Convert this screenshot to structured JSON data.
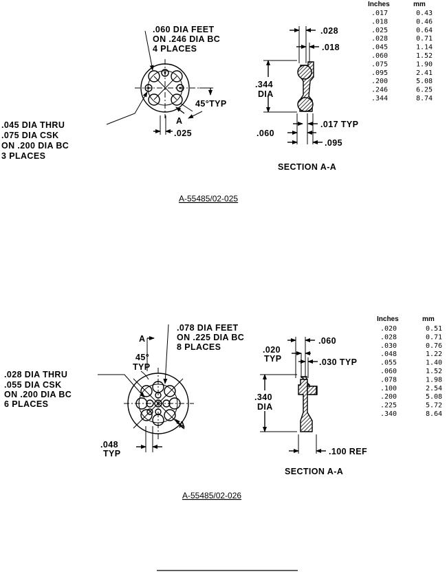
{
  "figure1": {
    "conv_header": [
      "Inches",
      "mm"
    ],
    "conv_rows": [
      [
        ".017",
        "0.43"
      ],
      [
        ".018",
        "0.46"
      ],
      [
        ".025",
        "0.64"
      ],
      [
        ".028",
        "0.71"
      ],
      [
        ".045",
        "1.14"
      ],
      [
        ".060",
        "1.52"
      ],
      [
        ".075",
        "1.90"
      ],
      [
        ".095",
        "2.41"
      ],
      [
        ".200",
        "5.08"
      ],
      [
        ".246",
        "6.25"
      ],
      [
        ".344",
        "8.74"
      ]
    ],
    "feet_note": [
      ".060 DIA FEET",
      "ON .246 DIA BC",
      "4 PLACES"
    ],
    "holes_note": [
      ".045 DIA THRU",
      ".075 DIA CSK",
      "ON .200 DIA BC",
      "3 PLACES"
    ],
    "angle_label": "45°TYP",
    "section_arrow": "A",
    "dim_025": ".025",
    "dim_028": ".028",
    "dim_018": ".018",
    "dia_value": ".344",
    "dia_word": "DIA",
    "dim_017": ".017 TYP",
    "dim_060": ".060",
    "dim_095": ".095",
    "section_title": "SECTION A-A",
    "caption": "A-55485/02-025"
  },
  "figure2": {
    "conv_header": [
      "Inches",
      "mm"
    ],
    "conv_rows": [
      [
        ".020",
        "0.51"
      ],
      [
        ".028",
        "0.71"
      ],
      [
        ".030",
        "0.76"
      ],
      [
        ".048",
        "1.22"
      ],
      [
        ".055",
        "1.40"
      ],
      [
        ".060",
        "1.52"
      ],
      [
        ".078",
        "1.98"
      ],
      [
        ".100",
        "2.54"
      ],
      [
        ".200",
        "5.08"
      ],
      [
        ".225",
        "5.72"
      ],
      [
        ".340",
        "8.64"
      ]
    ],
    "feet_note": [
      ".078 DIA FEET",
      "ON .225 DIA BC",
      "8 PLACES"
    ],
    "holes_note": [
      ".028 DIA THRU",
      ".055 DIA CSK",
      "ON .200 DIA BC",
      "6 PLACES"
    ],
    "angle_label": [
      "45°",
      "TYP"
    ],
    "section_arrow": "A",
    "dim_048": [
      ".048",
      "TYP"
    ],
    "dim_020": [
      ".020",
      "TYP"
    ],
    "dim_060": ".060",
    "dim_030": ".030 TYP",
    "dia_value": ".340",
    "dia_word": "DIA",
    "dim_100": ".100 REF",
    "section_title": "SECTION A-A",
    "caption": "A-55485/02-026"
  }
}
